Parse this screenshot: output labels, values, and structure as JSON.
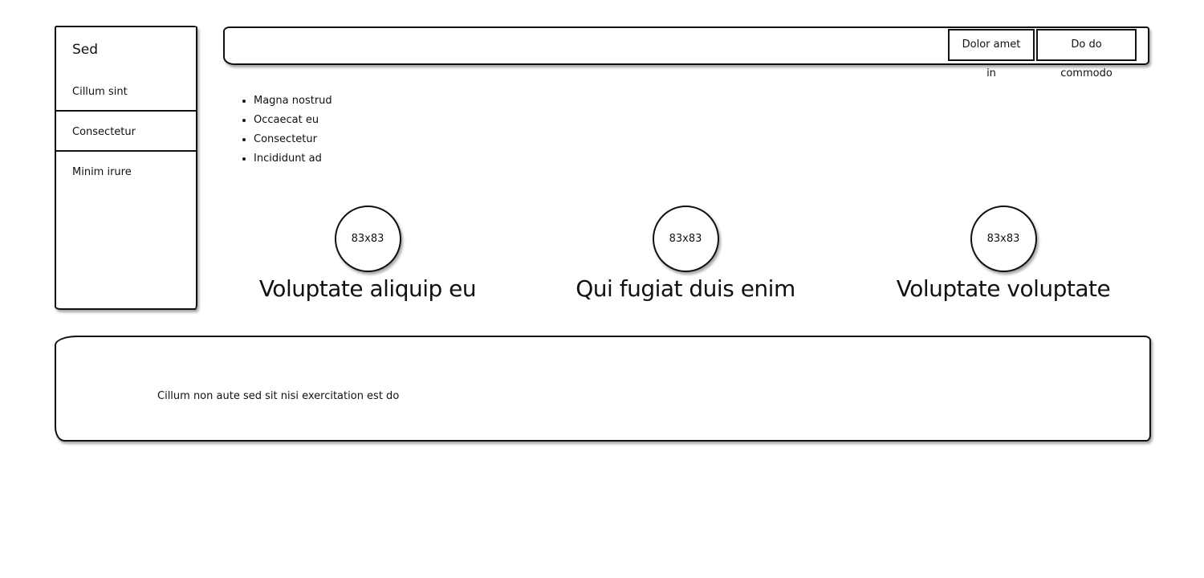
{
  "sidebar": {
    "title": "Sed",
    "items": [
      {
        "label": "Cillum sint"
      },
      {
        "label": "Consectetur"
      },
      {
        "label": "Minim irure"
      }
    ]
  },
  "header": {
    "buttons": [
      {
        "label": "Dolor amet in"
      },
      {
        "label": "Do do commodo"
      }
    ]
  },
  "list": {
    "items": [
      "Magna nostrud",
      "Occaecat eu",
      "Consectetur",
      "Incididunt ad"
    ]
  },
  "features": [
    {
      "image_label": "83x83",
      "title": "Voluptate aliquip eu"
    },
    {
      "image_label": "83x83",
      "title": "Qui fugiat duis enim"
    },
    {
      "image_label": "83x83",
      "title": "Voluptate voluptate"
    }
  ],
  "footer": {
    "text": "Cillum non aute sed sit nisi exercitation est do"
  }
}
